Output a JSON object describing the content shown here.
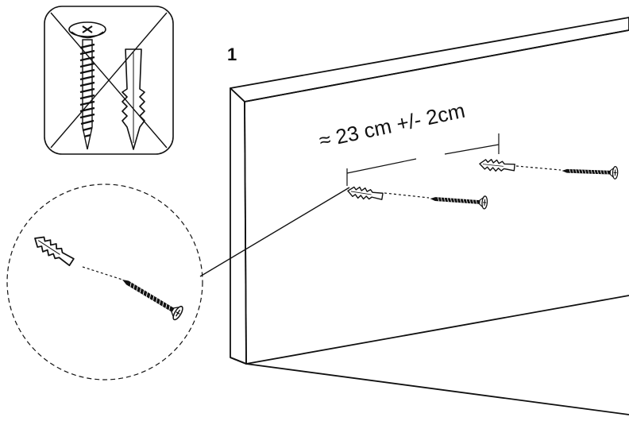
{
  "step_number": "1",
  "measurement": "≈ 23 cm +/- 2cm",
  "warning_box": {
    "crossed_out": true
  },
  "icons": {
    "panel": "wall-panel",
    "anchor": "wall-plug-anchor",
    "screw": "wood-screw",
    "cross": "x-cross-mark"
  },
  "colors": {
    "line": "#111111",
    "fill": "#ffffff",
    "hatch": "#444444"
  }
}
